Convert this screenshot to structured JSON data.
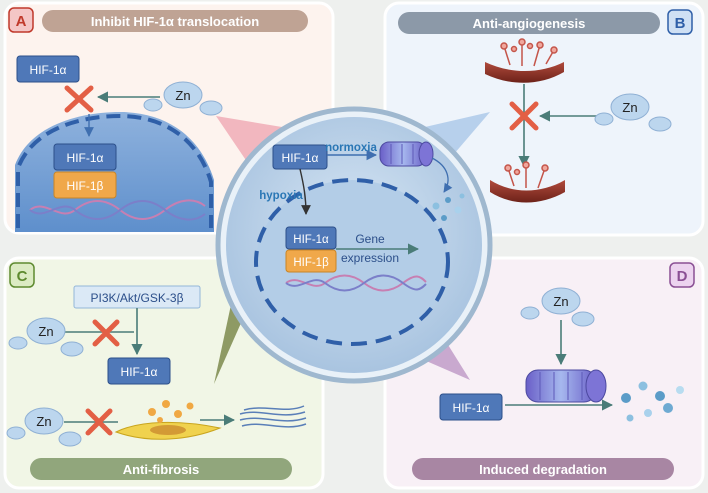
{
  "panels": {
    "a": {
      "letter": "A",
      "title": "Inhibit HIF-1α translocation",
      "hif1a_cytoplasm": "HIF-1α",
      "zn": "Zn",
      "hif1a_nucleus": "HIF-1α",
      "hif1b_nucleus": "HIF-1β"
    },
    "b": {
      "letter": "B",
      "title": "Anti-angiogenesis",
      "zn": "Zn"
    },
    "c": {
      "letter": "C",
      "title": "Anti-fibrosis",
      "pathway": "PI3K/Akt/GSK-3β",
      "zn_top": "Zn",
      "hif1a": "HIF-1α",
      "zn_bottom": "Zn"
    },
    "d": {
      "letter": "D",
      "title": "Induced degradation",
      "zn": "Zn",
      "hif1a": "HIF-1α"
    }
  },
  "center": {
    "hif1a_top": "HIF-1α",
    "normoxia": "normoxia",
    "hypoxia": "hypoxia",
    "hif1a_nucleus": "HIF-1α",
    "hif1b_nucleus": "HIF-1β",
    "gene": "Gene",
    "expression": "expression"
  },
  "colors": {
    "panel_a": "#fdf3ee",
    "panel_b": "#eef4fb",
    "panel_c": "#f1f6e6",
    "panel_d": "#f8f0f6",
    "hif_box": "#4f78b8",
    "hif1b_box": "#f0a84a",
    "zn": "#bcd6ee",
    "title_a": "#bfa394",
    "title_b": "#8c99a8",
    "title_c": "#91a67c",
    "title_d": "#a886a3",
    "inhibit_x": "#e35f45",
    "arrow": "#4a7c78"
  }
}
